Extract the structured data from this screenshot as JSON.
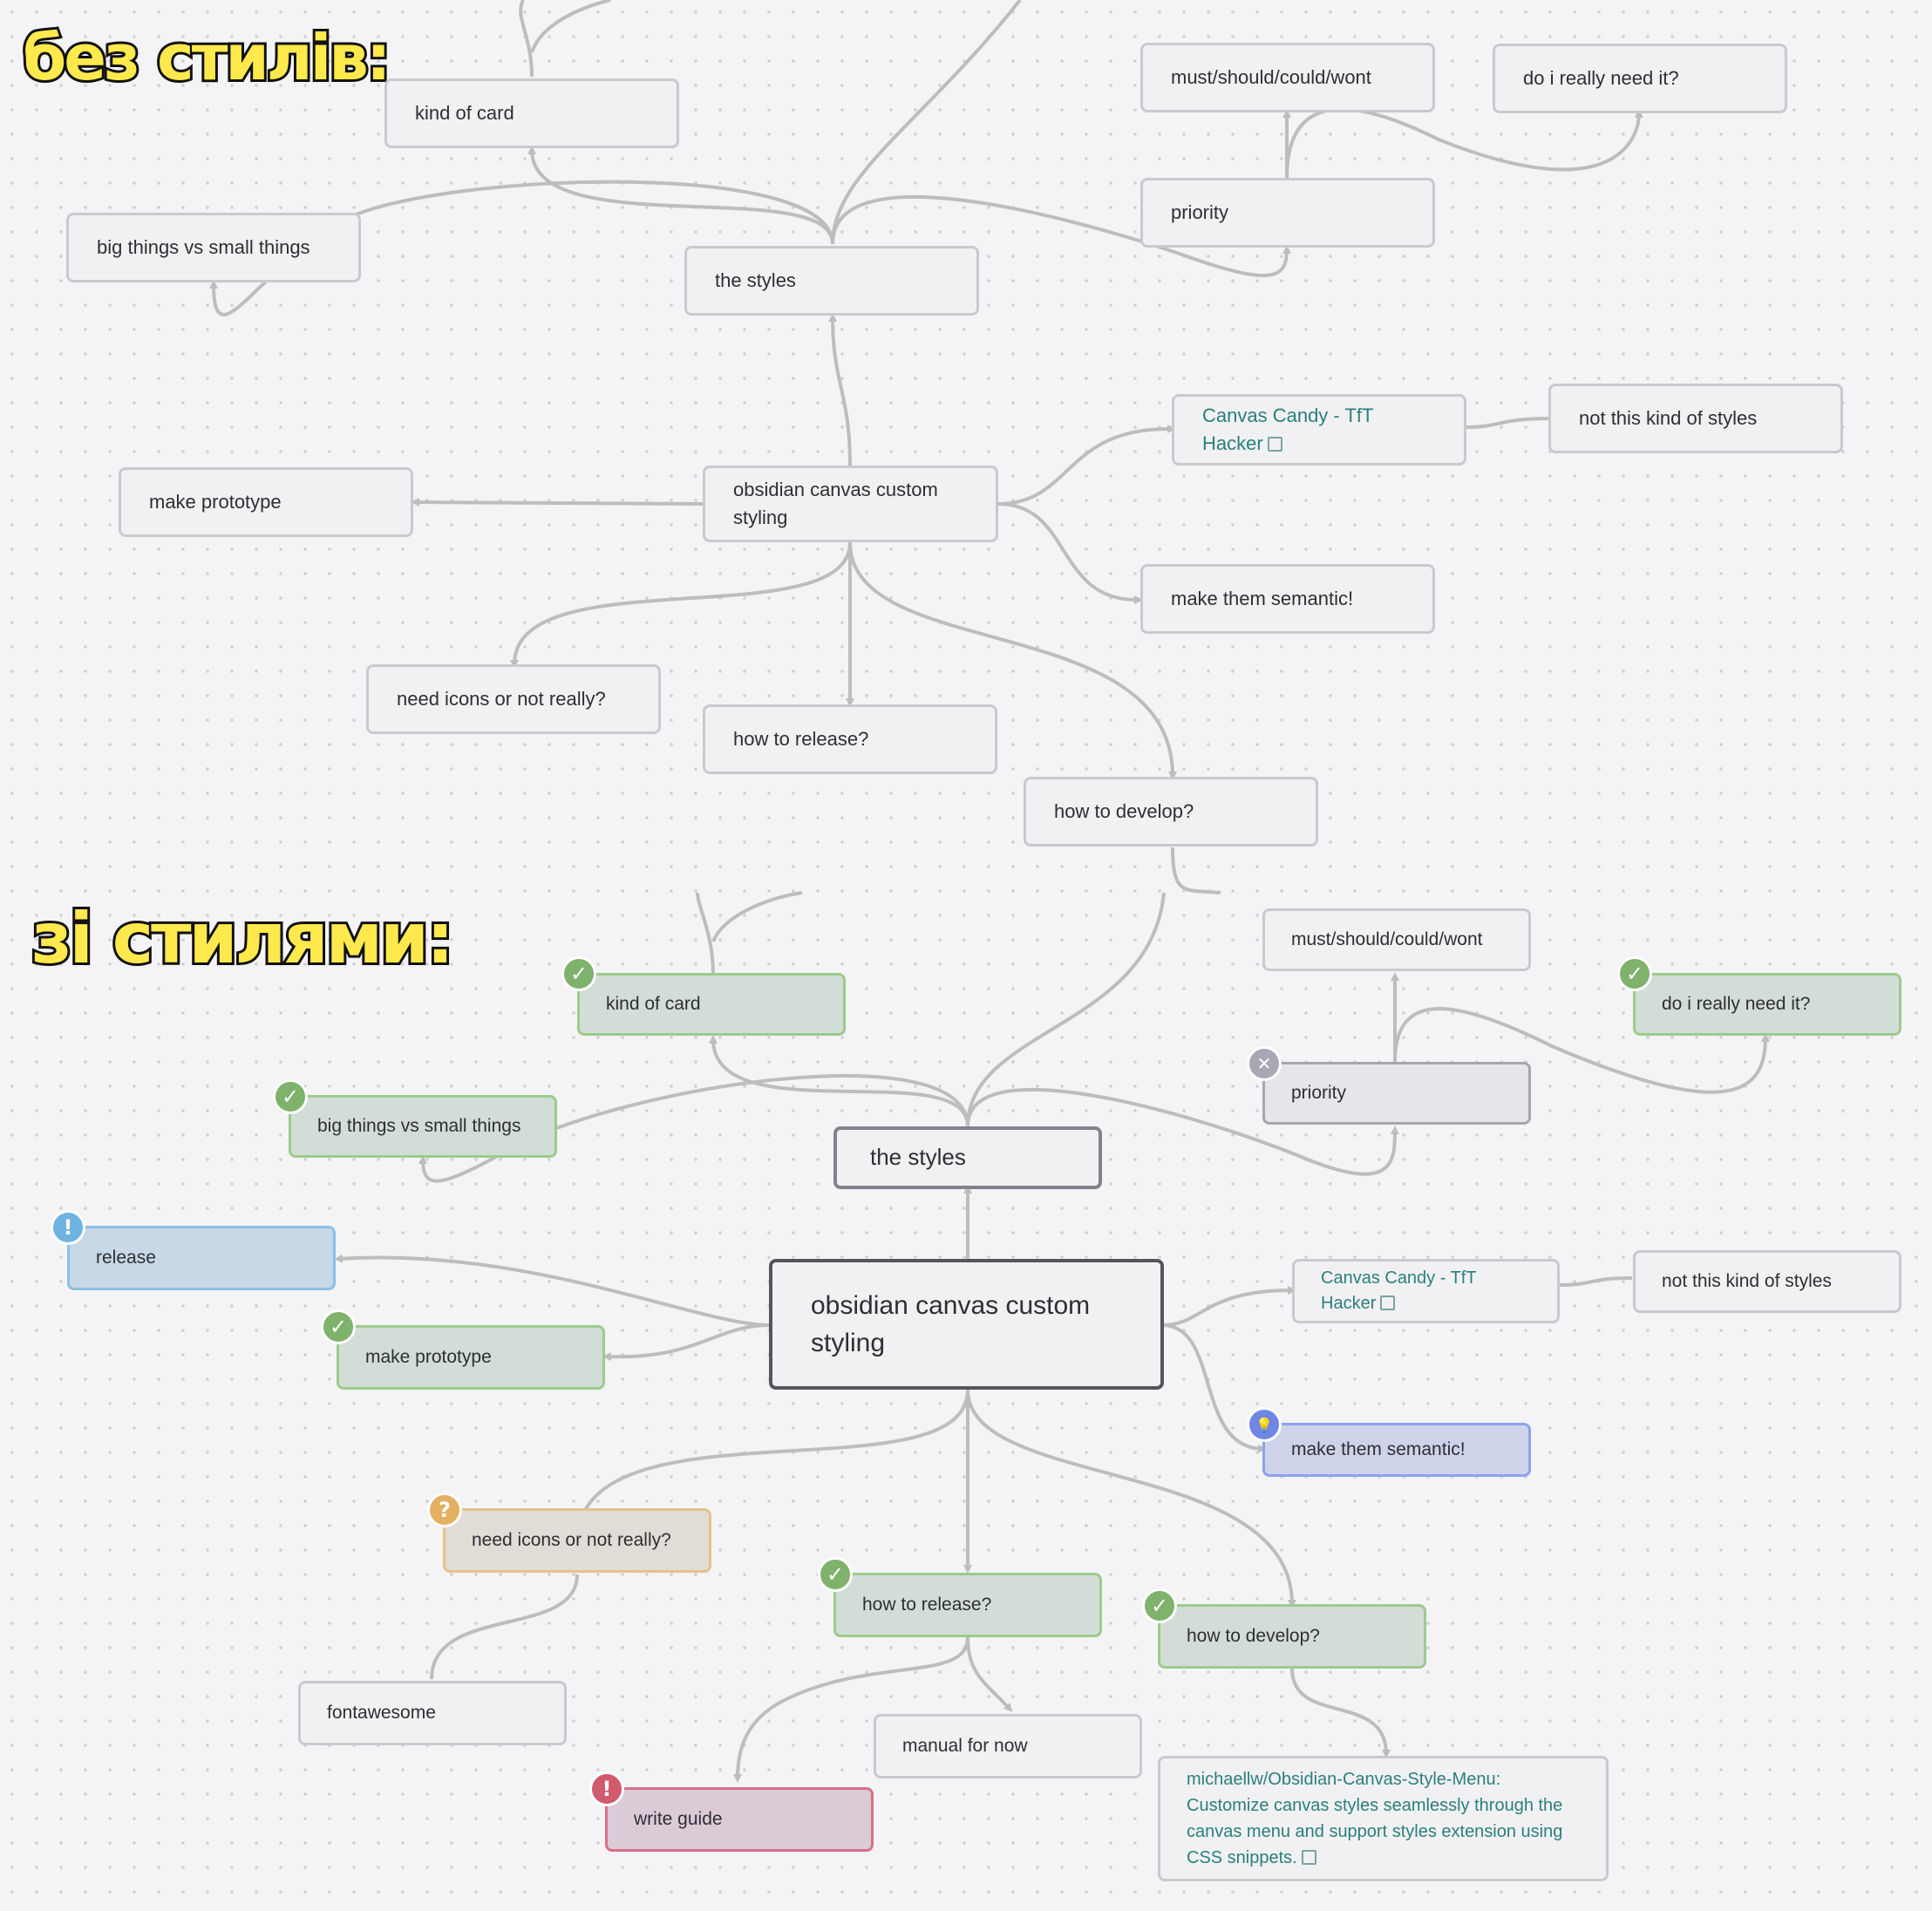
{
  "headings": {
    "without_styles": "без стилів:",
    "with_styles": "зі стилями:"
  },
  "top": {
    "kind_of_card": "kind of card",
    "must_should": "must/should/could/wont",
    "do_i_need": "do i really need it?",
    "priority": "priority",
    "big_small": "big things vs small things",
    "the_styles": "the styles",
    "canvas_candy": "Canvas Candy - TfT Hacker",
    "not_this_kind": "not this kind of styles",
    "make_prototype": "make prototype",
    "main": "obsidian canvas custom styling",
    "make_semantic": "make them semantic!",
    "need_icons": "need icons or not really?",
    "how_release": "how to release?",
    "how_develop": "how to develop?"
  },
  "bottom": {
    "kind_of_card": "kind of card",
    "must_should": "must/should/could/wont",
    "do_i_need": "do i really need it?",
    "priority": "priority",
    "big_small": "big things vs small things",
    "the_styles": "the styles",
    "release": "release",
    "main": "obsidian canvas custom styling",
    "canvas_candy": "Canvas Candy - TfT Hacker",
    "not_this_kind": "not this kind of styles",
    "make_prototype": "make prototype",
    "make_semantic": "make them semantic!",
    "need_icons": "need icons or not really?",
    "how_release": "how to release?",
    "how_develop": "how to develop?",
    "fontawesome": "fontawesome",
    "manual_for_now": "manual for now",
    "write_guide": "write guide",
    "style_menu": "michaellw/Obsidian-Canvas-Style-Menu: Customize canvas styles seamlessly through the canvas menu and support styles extension using CSS snippets."
  },
  "badges": {
    "check": "✓",
    "x": "✕",
    "info": "!",
    "idea": "💡",
    "question": "?",
    "error": "!"
  },
  "icons": [
    "external-link-icon",
    "check-icon",
    "x-icon",
    "info-icon",
    "lightbulb-icon",
    "question-icon",
    "error-icon"
  ],
  "colors": {
    "background": "#f4f4f6",
    "edge": "#bdbdbd",
    "heading_fill": "#ffe94d",
    "link": "#2a7f7a",
    "done_green": "#9ccb8c",
    "info_blue": "#8cc0e8",
    "idea_indigo": "#8da2ee",
    "question_tan": "#e4c38c",
    "error_pink": "#d96f89"
  }
}
